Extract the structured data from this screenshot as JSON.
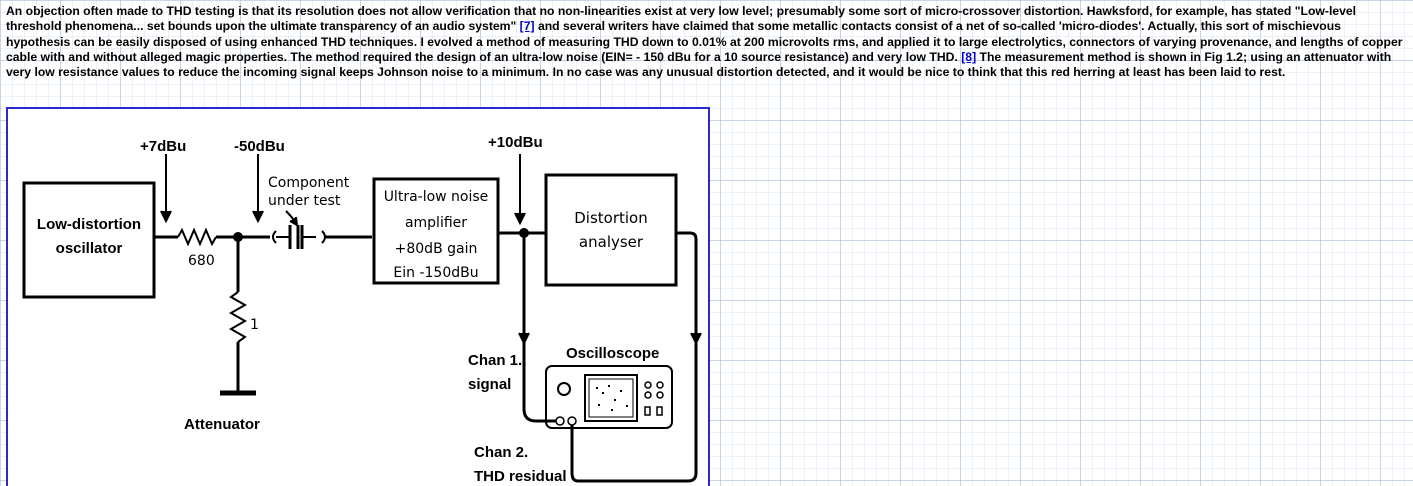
{
  "article": {
    "s1": "An objection often made to THD testing is that its resolution does not allow verification that no non-linearities exist at very low level; presumably some sort of micro-crossover distortion. Hawksford, for example, has stated \"Low-level threshold phenomena... set bounds upon the ultimate transparency of an audio system\" ",
    "ref1": "[7]",
    "s2": " and several writers have claimed that some metallic contacts consist of a net of so-called 'micro-diodes'. Actually, this sort of mischievous hypothesis can be easily disposed of using enhanced THD techniques. I evolved a method of measuring THD down to 0.01% at 200 microvolts rms, and applied it to large electrolytics, connectors of varying provenance, and lengths of copper cable with and without alleged magic properties. The method required the design of an ultra-low noise (EIN= - 150 dBu for a 10 source resistance) and very low THD. ",
    "ref2": "[8]",
    "s3": " The measurement method is shown in Fig 1.2; using an attenuator with very low resistance values to reduce the incoming signal keeps Johnson noise to a minimum. In no case was any unusual distortion detected, and it would be nice to think that this red herring at least has been laid to rest."
  },
  "figure": {
    "level_7dbu": "+7dBu",
    "level_50dbu": "-50dBu",
    "level_10dbu": "+10dBu",
    "oscillator_line1": "Low-distortion",
    "oscillator_line2": "oscillator",
    "resistor_680": "680",
    "resistor_1": "1",
    "attenuator": "Attenuator",
    "component_line1": "Component",
    "component_line2": "under test",
    "amp_line1": "Ultra-low noise",
    "amp_line2": "amplifier",
    "amp_line3": "+80dB  gain",
    "amp_line4": "Ein  -150dBu",
    "analyser_line1": "Distortion",
    "analyser_line2": "analyser",
    "oscilloscope": "Oscilloscope",
    "chan1_line1": "Chan 1.",
    "chan1_line2": "signal",
    "chan2_line1": "Chan 2.",
    "chan2_line2": "THD residual"
  }
}
